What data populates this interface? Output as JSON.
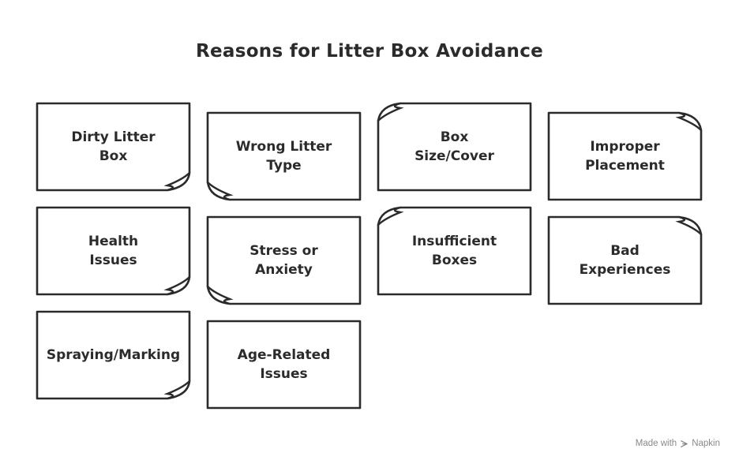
{
  "title": "Reasons for Litter Box Avoidance",
  "cards": [
    {
      "label": "Dirty Litter\nBox",
      "curl": "br"
    },
    {
      "label": "Wrong Litter\nType",
      "curl": "bl"
    },
    {
      "label": "Box\nSize/Cover",
      "curl": "tl"
    },
    {
      "label": "Improper\nPlacement",
      "curl": "tr"
    },
    {
      "label": "Health\nIssues",
      "curl": "br"
    },
    {
      "label": "Stress or\nAnxiety",
      "curl": "bl"
    },
    {
      "label": "Insufficient\nBoxes",
      "curl": "tl"
    },
    {
      "label": "Bad\nExperiences",
      "curl": "tr"
    },
    {
      "label": "Spraying/Marking",
      "curl": "br"
    },
    {
      "label": "Age-Related\nIssues",
      "curl": "none"
    }
  ],
  "footer": {
    "prefix": "Made with",
    "brand": "Napkin",
    "icon": "napkin-logo-icon"
  },
  "colors": {
    "stroke": "#2b2b2b",
    "fill": "#ffffff",
    "footer": "#8a8a8a"
  }
}
